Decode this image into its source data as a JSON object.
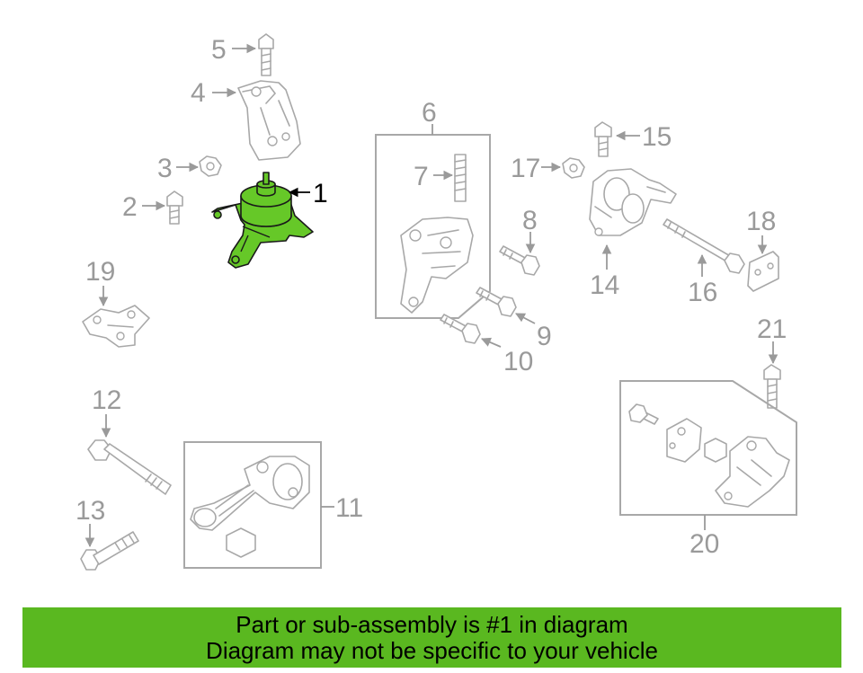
{
  "callouts": {
    "c1": "1",
    "c2": "2",
    "c3": "3",
    "c4": "4",
    "c5": "5",
    "c6": "6",
    "c7": "7",
    "c8": "8",
    "c9": "9",
    "c10": "10",
    "c11": "11",
    "c12": "12",
    "c13": "13",
    "c14": "14",
    "c15": "15",
    "c16": "16",
    "c17": "17",
    "c18": "18",
    "c19": "19",
    "c20": "20",
    "c21": "21"
  },
  "colors": {
    "highlight": "#66c828",
    "banner": "#5ab820",
    "line_art": "#a8a8a8"
  },
  "banner": {
    "line1": "Part or sub-assembly is #1 in diagram",
    "line2": "Diagram may not be specific to your vehicle"
  }
}
